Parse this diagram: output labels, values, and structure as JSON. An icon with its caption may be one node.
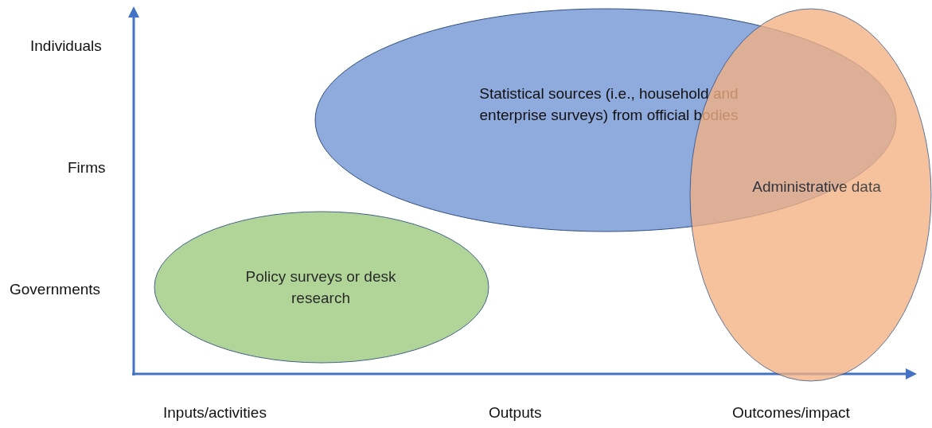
{
  "diagram": {
    "nodes": [
      {
        "text": [
          "Statistical sources (i.e., household and enterprise surveys) from official bodies"
        ]
      },
      {
        "text": [
          "Administrative data"
        ]
      },
      {
        "text": [
          "Policy surveys or desk research"
        ]
      }
    ],
    "labels": [
      "Individuals",
      "Firms",
      "Governments",
      "Inputs/activities",
      "Outputs",
      "Outcomes/impact"
    ]
  }
}
